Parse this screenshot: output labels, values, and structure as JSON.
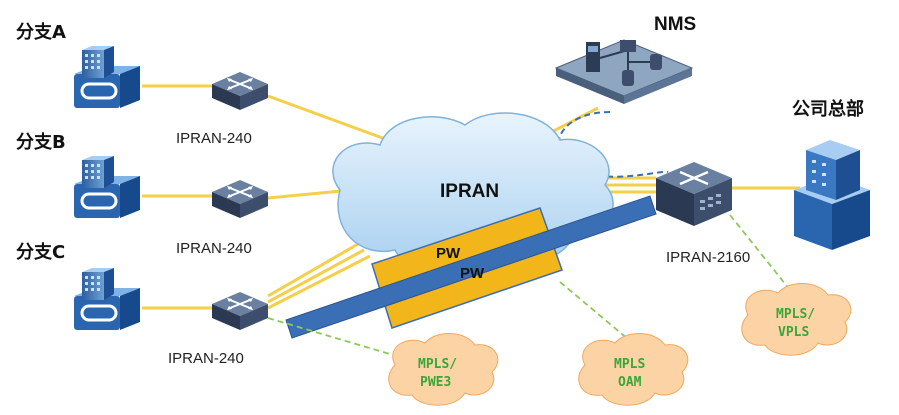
{
  "branches": {
    "a": "分支A",
    "b": "分支B",
    "c": "分支C"
  },
  "hq": "公司总部",
  "nms": "NMS",
  "core": "IPRAN",
  "devices": {
    "router_a": "IPRAN-240",
    "router_b": "IPRAN-240",
    "router_c": "IPRAN-240",
    "router_hq": "IPRAN-2160"
  },
  "tunnels": {
    "pw_upper": "PW",
    "pw_lower": "PW"
  },
  "clouds": {
    "pwe3": [
      "MPLS/",
      "PWE3"
    ],
    "oam": [
      "MPLS",
      "OAM"
    ],
    "vpls": [
      "MPLS/",
      "VPLS"
    ]
  },
  "colors": {
    "link": "#f5c842",
    "cloud_blue": "#c7e2f7",
    "cloud_orange": "#fcd3a4",
    "dashed_green": "#8cc85c",
    "tunnel_yellow": "#f2b61b",
    "tunnel_blue": "#3a6fb5"
  },
  "icons": {
    "building": "building-icon",
    "router": "router-icon",
    "server": "server-icon"
  }
}
